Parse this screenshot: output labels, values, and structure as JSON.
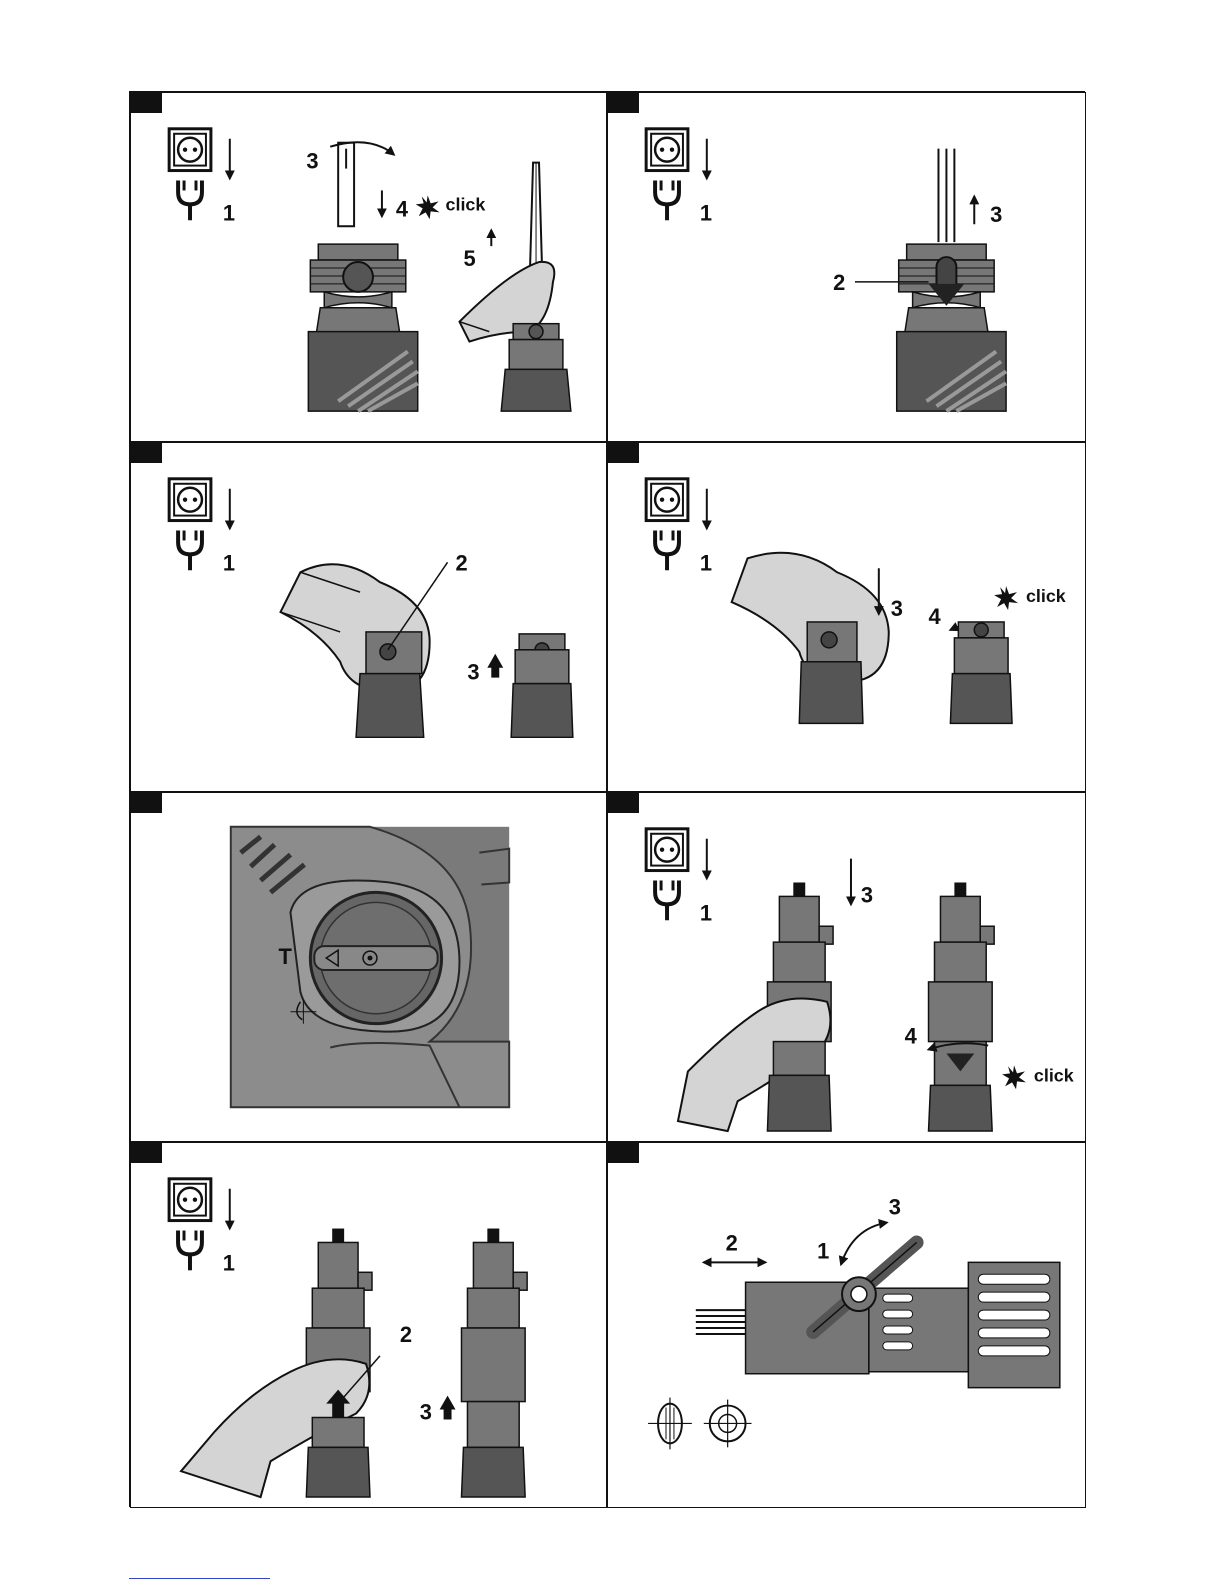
{
  "step_labels": {
    "one": "1",
    "two": "2",
    "three": "3",
    "four": "4",
    "five": "5"
  },
  "click_label": "click",
  "selector_symbol": "T",
  "icons": {
    "unplug": "power-socket-plug-icon",
    "click": "click-star-icon",
    "hammer_mode": "hammer-mode-icon",
    "rotation": "rotation-icon"
  },
  "colors": {
    "ink": "#111111",
    "tool_gray": "#777777",
    "dark_gray": "#4a4a4a",
    "glove": "#d4d4d4",
    "photo_bg": "#7a7a7a"
  }
}
